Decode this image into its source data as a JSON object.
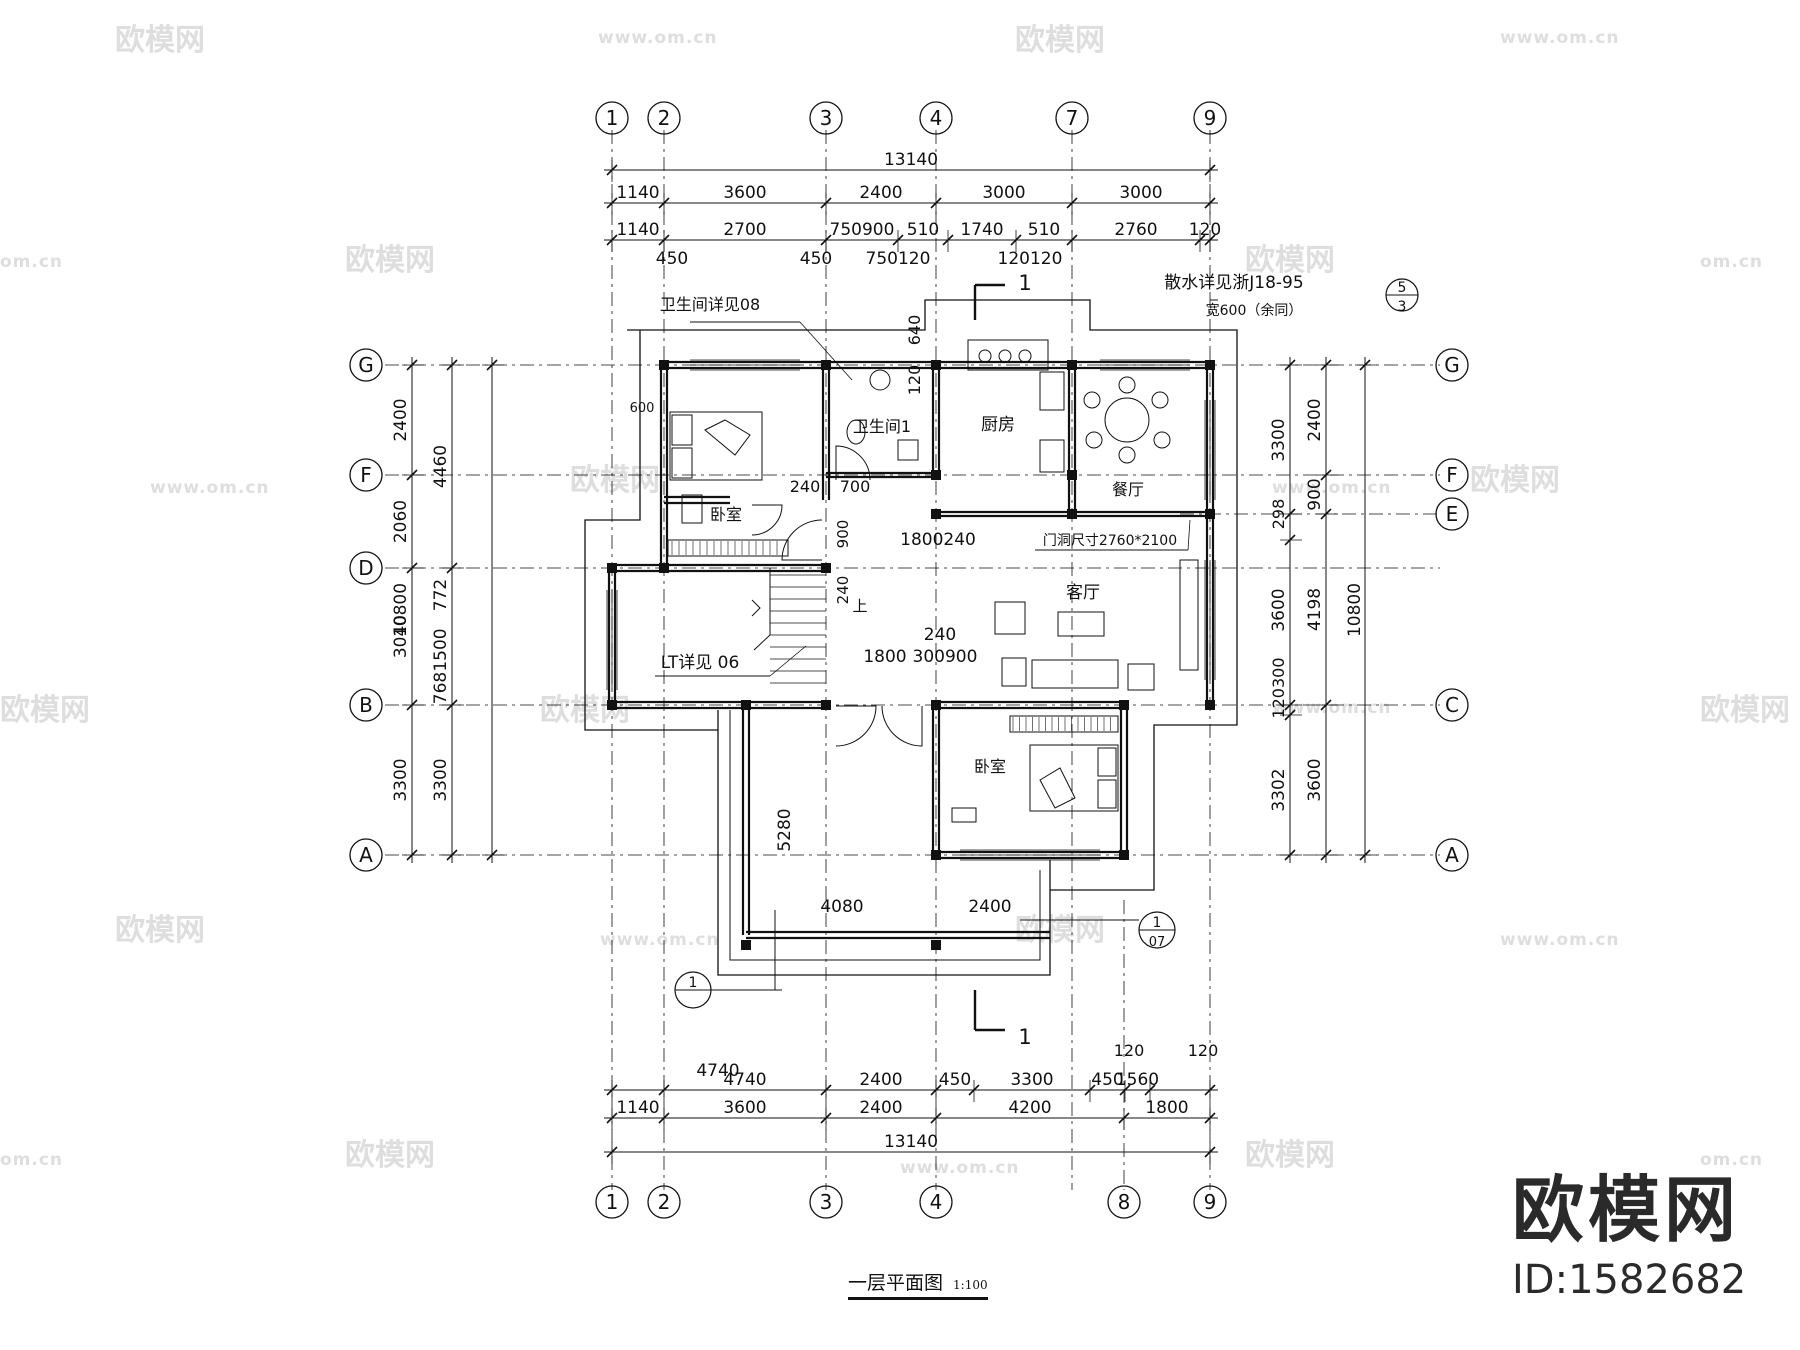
{
  "watermark": {
    "brand": "欧模网",
    "url": "www.om.cn",
    "short_url": "om.cn"
  },
  "brand_badge": {
    "name": "欧模网",
    "id": "ID:1582682"
  },
  "drawing": {
    "title": "一层平面图",
    "scale": "1:100"
  },
  "grid_axes": {
    "top": [
      "1",
      "2",
      "3",
      "4",
      "7",
      "9"
    ],
    "bottom": [
      "1",
      "2",
      "3",
      "4",
      "8",
      "9"
    ],
    "left": [
      "G",
      "F",
      "D",
      "B",
      "A"
    ],
    "right": [
      "G",
      "F",
      "E",
      "C",
      "A"
    ]
  },
  "dimensions": {
    "top_total": "13140",
    "top_row1": [
      "1140",
      "3600",
      "2400",
      "3000",
      "3000"
    ],
    "top_row2": [
      "1140",
      "2700",
      "750900",
      "510",
      "1740",
      "510",
      "2760",
      "120"
    ],
    "top_row3": [
      "450",
      "450",
      "750120",
      "120120"
    ],
    "bottom_row1": [
      "4740",
      "2400",
      "450",
      "3300",
      "450",
      "1560"
    ],
    "bottom_row1_extra": [
      "120",
      "120"
    ],
    "bottom_row2": [
      "1140",
      "3600",
      "2400",
      "4200",
      "1800"
    ],
    "bottom_total": "13140",
    "left_outer": [
      "2400",
      "2060",
      "3040",
      "3300"
    ],
    "left_mid": [
      "4460",
      "1500",
      "3300"
    ],
    "left_small": [
      "772",
      "768"
    ],
    "left_total": "10800",
    "right_inner": [
      "3300",
      "298",
      "3600",
      "120300",
      "3302"
    ],
    "right_mid": [
      "2400",
      "900",
      "4198",
      "3600"
    ],
    "right_total": "10800",
    "interior": [
      "600",
      "640",
      "120",
      "240",
      "700",
      "900",
      "240",
      "1800",
      "240",
      "240",
      "1800",
      "300",
      "900",
      "5280",
      "4080",
      "2400"
    ]
  },
  "rooms": {
    "bath": "卫生间1",
    "kitchen": "厨房",
    "dining": "餐厅",
    "bedroom1": "卧室",
    "living": "客厅",
    "bedroom2": "卧室"
  },
  "annotations": {
    "bath_detail": "卫生间详见08",
    "stair_detail": "LT详见 06",
    "door_opening": "门洞尺寸2760*2100",
    "drain_detail": "散水详见浙J18-95",
    "drain_width": "宽600（余同）",
    "drain_index_top": "5",
    "drain_index_bottom": "3",
    "section_top": "1",
    "section_bottom": "1",
    "detail_07_top": "1",
    "detail_07_bottom": "07",
    "porch_index": "1",
    "stair_up": "上"
  }
}
